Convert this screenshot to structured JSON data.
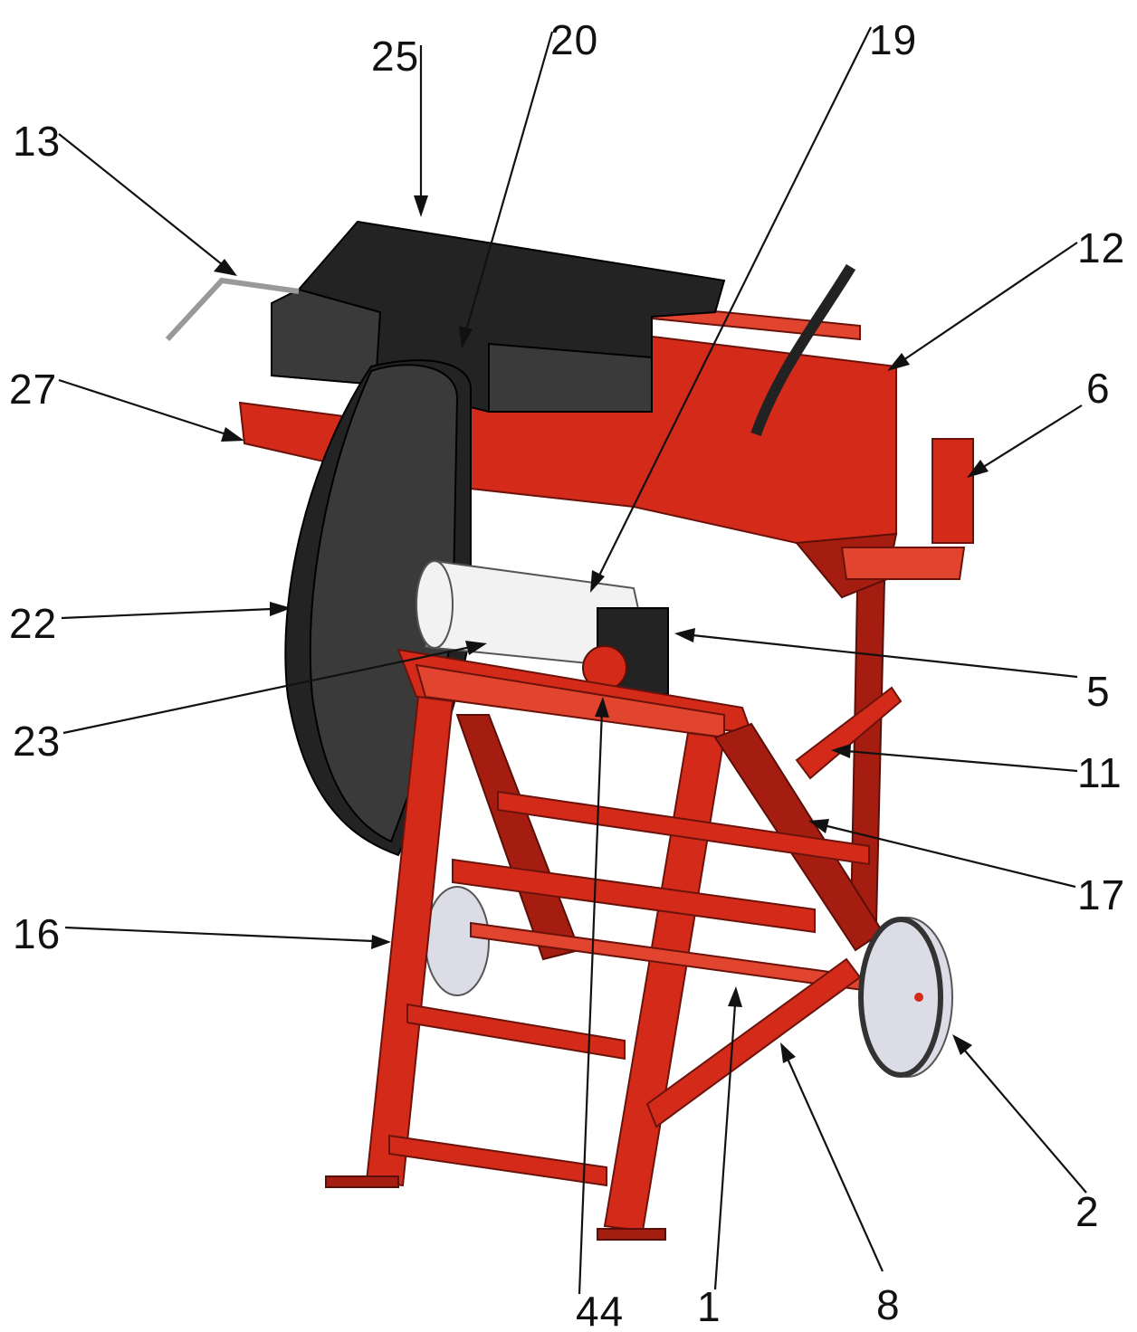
{
  "labels": [
    {
      "id": "13",
      "text": "13"
    },
    {
      "id": "25",
      "text": "25"
    },
    {
      "id": "20",
      "text": "20"
    },
    {
      "id": "19",
      "text": "19"
    },
    {
      "id": "12",
      "text": "12"
    },
    {
      "id": "27",
      "text": "27"
    },
    {
      "id": "6",
      "text": "6"
    },
    {
      "id": "22",
      "text": "22"
    },
    {
      "id": "5",
      "text": "5"
    },
    {
      "id": "23",
      "text": "23"
    },
    {
      "id": "11",
      "text": "11"
    },
    {
      "id": "17",
      "text": "17"
    },
    {
      "id": "16",
      "text": "16"
    },
    {
      "id": "2",
      "text": "2"
    },
    {
      "id": "44",
      "text": "44"
    },
    {
      "id": "1",
      "text": "1"
    },
    {
      "id": "8",
      "text": "8"
    }
  ]
}
